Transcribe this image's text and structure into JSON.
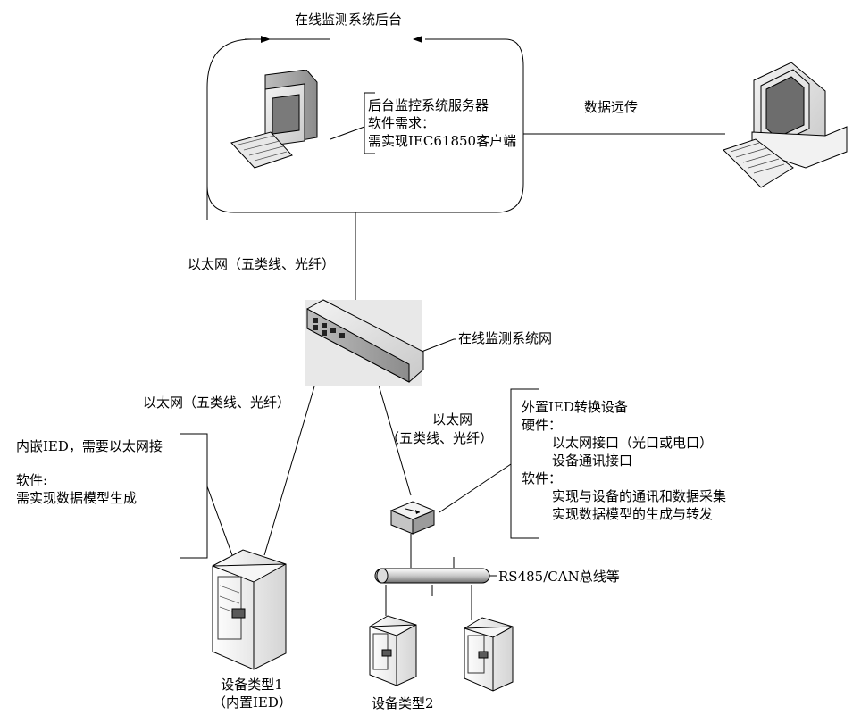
{
  "title": "在线监测系统后台",
  "server": {
    "line1": "后台监控系统服务器",
    "line2": "软件需求：",
    "line3": "需实现IEC61850客户端"
  },
  "remote_label": "数据远传",
  "ethernet_top": "以太网（五类线、光纤）",
  "network_label": "在线监测系统网",
  "ethernet_left": "以太网（五类线、光纤）",
  "ethernet_mid": {
    "line1": "以太网",
    "line2": "（五类线、光纤）"
  },
  "embedded": {
    "line1": "内嵌IED，需要以太网接",
    "line2": "软件:",
    "line3": "需实现数据模型生成"
  },
  "external": {
    "title": "外置IED转换设备",
    "hw_label": "硬件：",
    "hw_items": [
      "以太网接口（光口或电口）",
      "设备通讯接口"
    ],
    "sw_label": "软件：",
    "sw_items": [
      "实现与设备的通讯和数据采集",
      "实现数据模型的生成与转发"
    ]
  },
  "bus_label": "RS485/CAN总线等",
  "device1": {
    "line1": "设备类型1",
    "line2": "（内置IED）"
  },
  "device2": {
    "line1": "设备类型2"
  },
  "icons": [
    "server-computer-icon",
    "remote-computer-icon",
    "network-switch-icon",
    "converter-icon",
    "cabinet-icon"
  ]
}
